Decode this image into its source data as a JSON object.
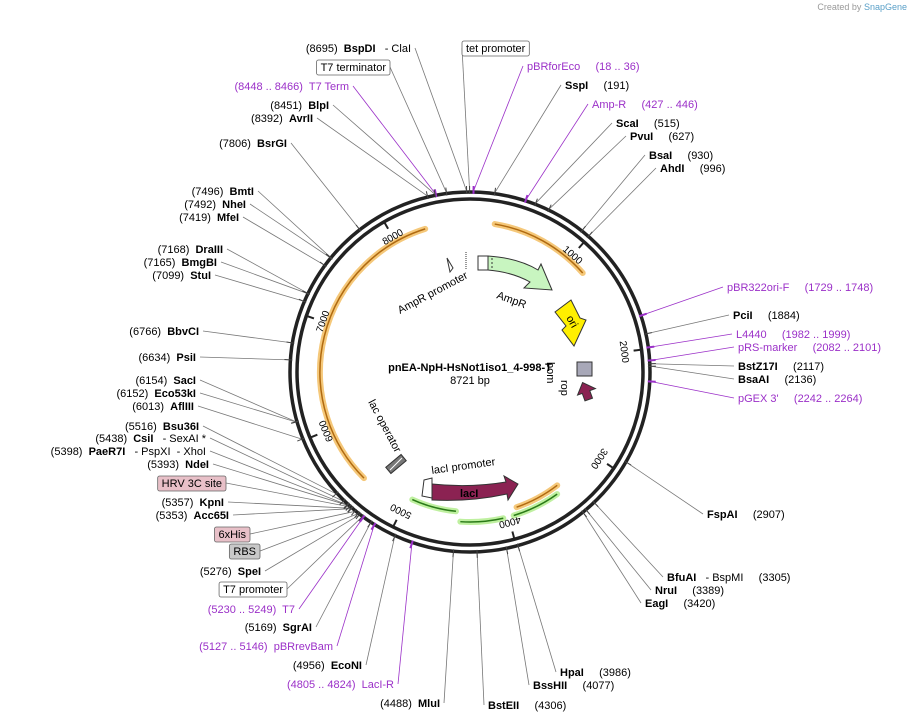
{
  "credit": {
    "prefix": "Created by",
    "brand": "SnapGene"
  },
  "plasmid": {
    "name": "pnEA-NpH-HsNot1iso1_4-998-T",
    "size": "8721 bp",
    "length": 8721
  },
  "colors": {
    "backbone": "#222222",
    "primer": "#9b30c8",
    "ampR": "#c8f5c0",
    "ori": "#ffef00",
    "laci": "#8b2252",
    "arrow_orange": "#d98c1a",
    "arrow_green": "#3aa02a"
  },
  "ticks": [
    {
      "pos": 1000,
      "label": "1000"
    },
    {
      "pos": 2000,
      "label": "2000"
    },
    {
      "pos": 3000,
      "label": "3000"
    },
    {
      "pos": 4000,
      "label": "4000"
    },
    {
      "pos": 5000,
      "label": "5000"
    },
    {
      "pos": 6000,
      "label": "6000"
    },
    {
      "pos": 7000,
      "label": "7000"
    },
    {
      "pos": 8000,
      "label": "8000"
    }
  ],
  "features": [
    {
      "name": "AmpR",
      "label": "AmpR"
    },
    {
      "name": "ori",
      "label": "ori"
    },
    {
      "name": "rop",
      "label": "rop"
    },
    {
      "name": "lacI",
      "label": "lacI"
    },
    {
      "name": "AmpR promoter",
      "label": "AmpR promoter"
    },
    {
      "name": "lacI promoter",
      "label": "lacI promoter"
    },
    {
      "name": "lac operator",
      "label": "lac operator"
    }
  ],
  "labels": [
    {
      "id": "bspdi",
      "kind": "site",
      "num": "(8695)",
      "name": "BspDI",
      "extra": "- ClaI",
      "pos": 8695
    },
    {
      "id": "tetprom",
      "kind": "feature",
      "text": "tet promoter",
      "pos": 8718
    },
    {
      "id": "t7term",
      "kind": "feature",
      "text": "T7 terminator",
      "pos": 8540
    },
    {
      "id": "t7termprimer",
      "kind": "primer",
      "text": "(8448 .. 8466)  T7 Term",
      "pos": 8457
    },
    {
      "id": "blpi",
      "kind": "site",
      "num": "(8451)",
      "name": "BlpI",
      "pos": 8451
    },
    {
      "id": "avrii",
      "kind": "site",
      "num": "(8392)",
      "name": "AvrII",
      "pos": 8392
    },
    {
      "id": "bsrgi",
      "kind": "site",
      "num": "(7806)",
      "name": "BsrGI",
      "pos": 7806
    },
    {
      "id": "bmti",
      "kind": "site",
      "num": "(7496)",
      "name": "BmtI",
      "pos": 7496
    },
    {
      "id": "nhei",
      "kind": "site",
      "num": "(7492)",
      "name": "NheI",
      "pos": 7492
    },
    {
      "id": "mfei",
      "kind": "site",
      "num": "(7419)",
      "name": "MfeI",
      "pos": 7419
    },
    {
      "id": "draiii",
      "kind": "site",
      "num": "(7168)",
      "name": "DraIII",
      "pos": 7168
    },
    {
      "id": "bmgbi",
      "kind": "site",
      "num": "(7165)",
      "name": "BmgBI",
      "pos": 7165
    },
    {
      "id": "stui",
      "kind": "site",
      "num": "(7099)",
      "name": "StuI",
      "pos": 7099
    },
    {
      "id": "bbvci",
      "kind": "site",
      "num": "(6766)",
      "name": "BbvCI",
      "pos": 6766
    },
    {
      "id": "psii",
      "kind": "site",
      "num": "(6634)",
      "name": "PsiI",
      "pos": 6634
    },
    {
      "id": "saci",
      "kind": "site",
      "num": "(6154)",
      "name": "SacI",
      "pos": 6154
    },
    {
      "id": "eco53ki",
      "kind": "site",
      "num": "(6152)",
      "name": "Eco53kI",
      "pos": 6152
    },
    {
      "id": "afliii",
      "kind": "site",
      "num": "(6013)",
      "name": "AflIII",
      "pos": 6013
    },
    {
      "id": "bsu36i",
      "kind": "site",
      "num": "(5516)",
      "name": "Bsu36I",
      "pos": 5516
    },
    {
      "id": "csii",
      "kind": "site",
      "num": "(5438)",
      "name": "CsiI",
      "extra": "- SexAI *",
      "pos": 5438
    },
    {
      "id": "paer7i",
      "kind": "site",
      "num": "(5398)",
      "name": "PaeR7I",
      "extra": "- PspXI  - XhoI",
      "pos": 5398
    },
    {
      "id": "ndei",
      "kind": "site",
      "num": "(5393)",
      "name": "NdeI",
      "pos": 5393
    },
    {
      "id": "hrv3c",
      "kind": "boxfeat",
      "text": "HRV 3C site",
      "fill": "#e8c0c8",
      "pos": 5375
    },
    {
      "id": "kpni",
      "kind": "site",
      "num": "(5357)",
      "name": "KpnI",
      "pos": 5357
    },
    {
      "id": "acc65i",
      "kind": "site",
      "num": "(5353)",
      "name": "Acc65I",
      "pos": 5353
    },
    {
      "id": "sixhis",
      "kind": "boxfeat",
      "text": "6xHis",
      "fill": "#e8c0c8",
      "pos": 5320
    },
    {
      "id": "rbs",
      "kind": "boxfeat",
      "text": "RBS",
      "fill": "#c8c8c8",
      "pos": 5290
    },
    {
      "id": "spei",
      "kind": "site",
      "num": "(5276)",
      "name": "SpeI",
      "pos": 5276
    },
    {
      "id": "t7prom",
      "kind": "feature",
      "text": "T7 promoter",
      "pos": 5250
    },
    {
      "id": "t7primer",
      "kind": "primer",
      "text": "(5230 .. 5249)  T7",
      "pos": 5240
    },
    {
      "id": "sgrai",
      "kind": "site",
      "num": "(5169)",
      "name": "SgrAI",
      "pos": 5169
    },
    {
      "id": "pbrrevbam",
      "kind": "primer",
      "text": "(5127 .. 5146)  pBRrevBam",
      "pos": 5136
    },
    {
      "id": "econi",
      "kind": "site",
      "num": "(4956)",
      "name": "EcoNI",
      "pos": 4956
    },
    {
      "id": "lacir",
      "kind": "primer",
      "text": "(4805 .. 4824)  LacI-R",
      "pos": 4814
    },
    {
      "id": "mlui",
      "kind": "site",
      "num": "(4488)",
      "name": "MluI",
      "pos": 4488
    },
    {
      "id": "bsteii",
      "kind": "site",
      "num": "",
      "name": "BstEII",
      "post": "(4306)",
      "pos": 4306
    },
    {
      "id": "bsshii",
      "kind": "site",
      "num": "",
      "name": "BssHII",
      "post": "(4077)",
      "pos": 4077
    },
    {
      "id": "hpai",
      "kind": "site",
      "num": "",
      "name": "HpaI",
      "post": "(3986)",
      "pos": 3986
    },
    {
      "id": "eagi",
      "kind": "site",
      "num": "",
      "name": "EagI",
      "post": "(3420)",
      "pos": 3420
    },
    {
      "id": "nrui",
      "kind": "site",
      "num": "",
      "name": "NruI",
      "post": "(3389)",
      "pos": 3389
    },
    {
      "id": "bfuai",
      "kind": "site",
      "num": "",
      "name": "BfuAI",
      "extra": "- BspMI",
      "post": "(3305)",
      "pos": 3305
    },
    {
      "id": "fspai",
      "kind": "site",
      "num": "",
      "name": "FspAI",
      "post": "(2907)",
      "pos": 2907
    },
    {
      "id": "pgex3",
      "kind": "primer",
      "text": "pGEX 3'     (2242 .. 2264)",
      "pos": 2253
    },
    {
      "id": "bsaai",
      "kind": "site",
      "num": "",
      "name": "BsaAI",
      "post": "(2136)",
      "pos": 2136
    },
    {
      "id": "bstz17i",
      "kind": "site",
      "num": "",
      "name": "BstZ17I",
      "post": "(2117)",
      "pos": 2117
    },
    {
      "id": "prsmarker",
      "kind": "primer",
      "text": "pRS-marker     (2082 .. 2101)",
      "pos": 2091
    },
    {
      "id": "l4440",
      "kind": "primer",
      "text": "L4440     (1982 .. 1999)",
      "pos": 1990
    },
    {
      "id": "pcii",
      "kind": "site",
      "num": "",
      "name": "PciI",
      "post": "(1884)",
      "pos": 1884
    },
    {
      "id": "pbr322ori",
      "kind": "primer",
      "text": "pBR322ori-F     (1729 .. 1748)",
      "pos": 1738
    },
    {
      "id": "ahdi",
      "kind": "site",
      "num": "",
      "name": "AhdI",
      "post": "(996)",
      "pos": 996
    },
    {
      "id": "bsai",
      "kind": "site",
      "num": "",
      "name": "BsaI",
      "post": "(930)",
      "pos": 930
    },
    {
      "id": "pvui",
      "kind": "site",
      "num": "",
      "name": "PvuI",
      "post": "(627)",
      "pos": 627
    },
    {
      "id": "scai",
      "kind": "site",
      "num": "",
      "name": "ScaI",
      "post": "(515)",
      "pos": 515
    },
    {
      "id": "ampr",
      "kind": "primer",
      "text": "Amp-R     (427 .. 446)",
      "pos": 436
    },
    {
      "id": "sspi",
      "kind": "site",
      "num": "",
      "name": "SspI",
      "post": "(191)",
      "pos": 191
    },
    {
      "id": "pbrforeco",
      "kind": "primer",
      "text": "pBRforEco     (18 .. 36)",
      "pos": 27
    }
  ]
}
